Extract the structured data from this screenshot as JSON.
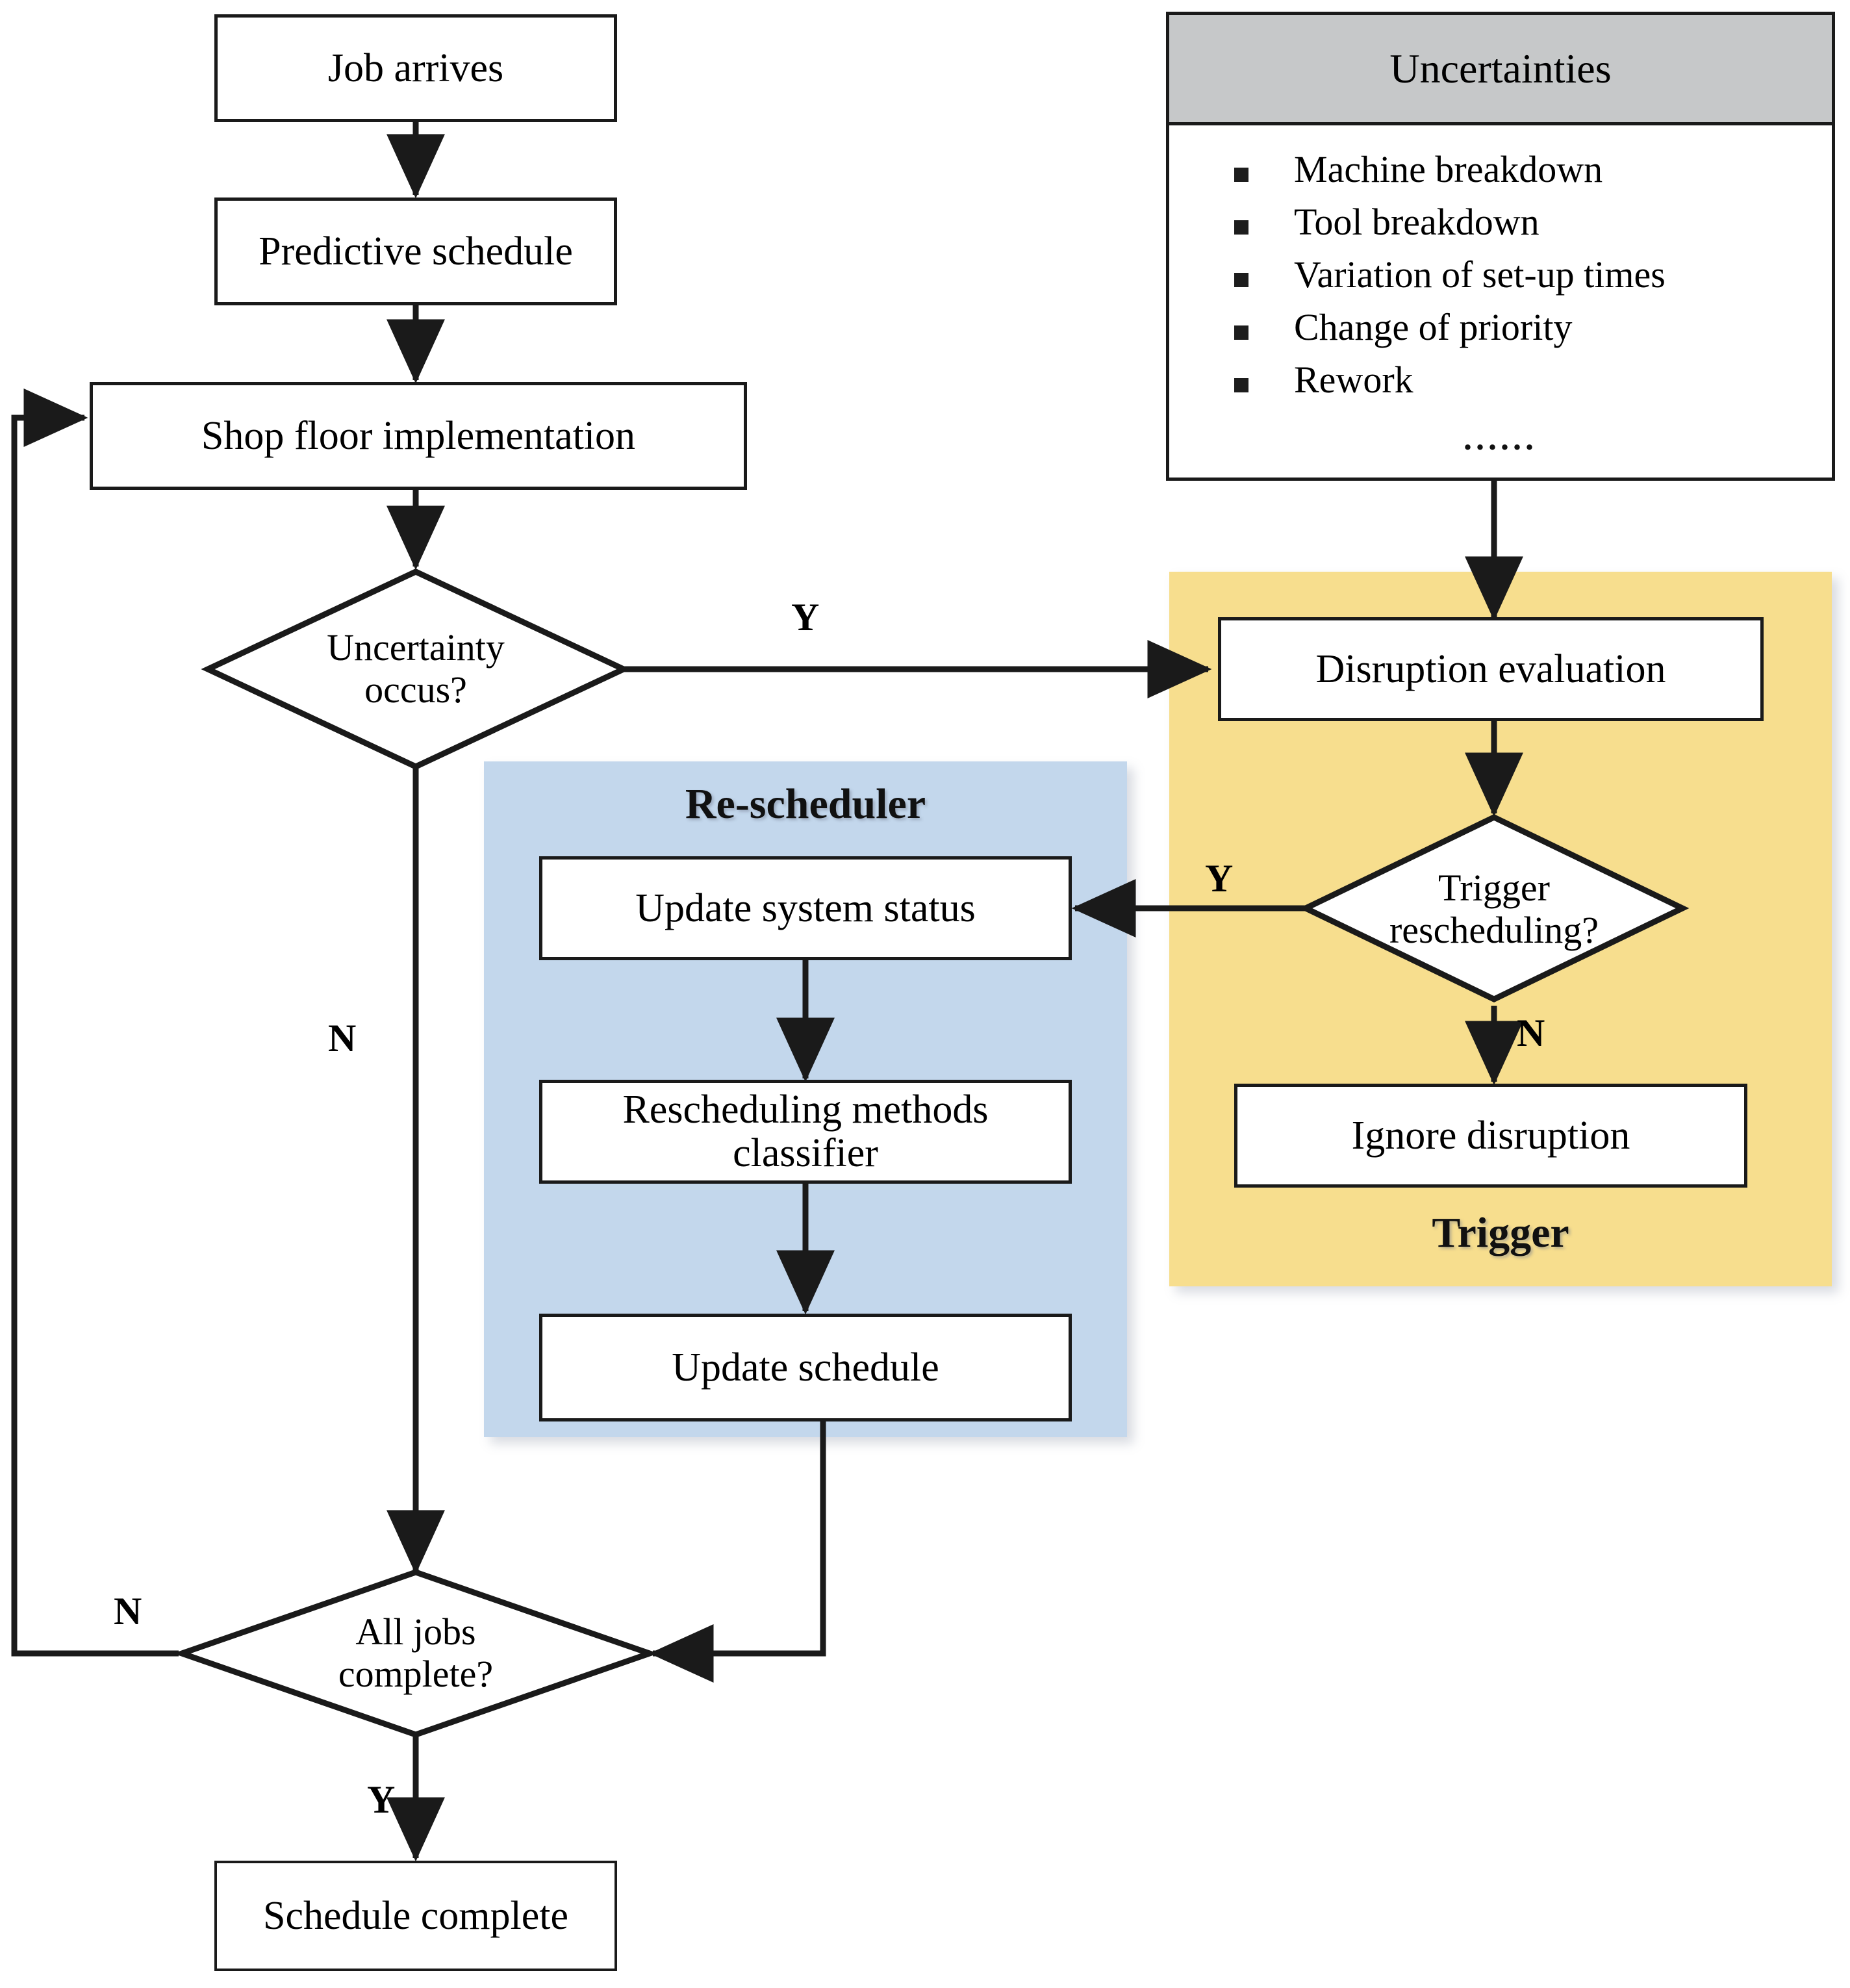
{
  "figure": {
    "kind": "flowchart",
    "title": "Predictive-reactive rescheduling flowchart"
  },
  "flow_nodes": {
    "job_arrives": "Job arrives",
    "predictive_schedule": "Predictive schedule",
    "shop_floor": "Shop floor implementation",
    "uncertainty_decision_line1": "Uncertainty",
    "uncertainty_decision_line2": "occus?",
    "disruption_evaluation": "Disruption evaluation",
    "trigger_decision_line1": "Trigger",
    "trigger_decision_line2": "rescheduling?",
    "ignore_disruption": "Ignore disruption",
    "update_system_status": "Update system status",
    "rescheduling_methods_line1": "Rescheduling methods",
    "rescheduling_methods_line2": "classifier",
    "update_schedule": "Update schedule",
    "all_jobs_decision_line1": "All jobs",
    "all_jobs_decision_line2": "complete?",
    "schedule_complete": "Schedule complete"
  },
  "branch_labels": {
    "uncertainty_yes": "Y",
    "uncertainty_no": "N",
    "trigger_yes": "Y",
    "trigger_no": "N",
    "all_jobs_no": "N",
    "all_jobs_yes": "Y"
  },
  "panels": {
    "rescheduler": {
      "caption": "Re-scheduler",
      "color": "#c3d7ec"
    },
    "trigger": {
      "caption": "Trigger",
      "color": "#f7de8e"
    }
  },
  "uncertainties_card": {
    "header": "Uncertainties",
    "header_bg": "#c6c8c9",
    "items": [
      "Machine breakdown",
      "Tool breakdown",
      "Variation of set-up times",
      "Change of priority",
      "Rework"
    ],
    "ellipsis": "......"
  },
  "colors": {
    "stroke": "#1a1a1a",
    "node_fill": "#ffffff",
    "page_bg": "#ffffff"
  }
}
